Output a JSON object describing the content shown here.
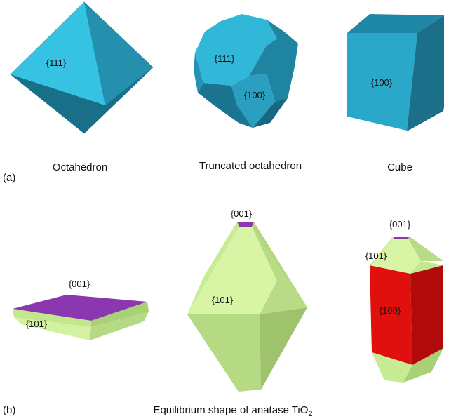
{
  "panel_a": {
    "label": "(a)",
    "shapes": [
      {
        "name": "Octahedron",
        "facets": [
          "{111}"
        ]
      },
      {
        "name": "Truncated octahedron",
        "facets": [
          "{111}",
          "{100}"
        ]
      },
      {
        "name": "Cube",
        "facets": [
          "{100}"
        ]
      }
    ]
  },
  "panel_b": {
    "label": "(b)",
    "caption_prefix": "Equilibrium shape of anatase TiO",
    "caption_subscript": "2",
    "shapes": [
      {
        "facets": [
          "{001}",
          "{101}"
        ]
      },
      {
        "facets": [
          "{001}",
          "{101}"
        ]
      },
      {
        "facets": [
          "{001}",
          "{101}",
          "{100}"
        ]
      }
    ]
  },
  "colors": {
    "cyan_light": "#35bfe0",
    "cyan_mid": "#2aa3c4",
    "cyan_dark": "#1f7f9a",
    "cyan_darker": "#17687f",
    "green_light": "#d8f5a6",
    "green_mid": "#c2e78e",
    "green_dark": "#a9cf77",
    "purple": "#8b38b0",
    "red": "#e0100e",
    "red_dark": "#b00a0a"
  }
}
